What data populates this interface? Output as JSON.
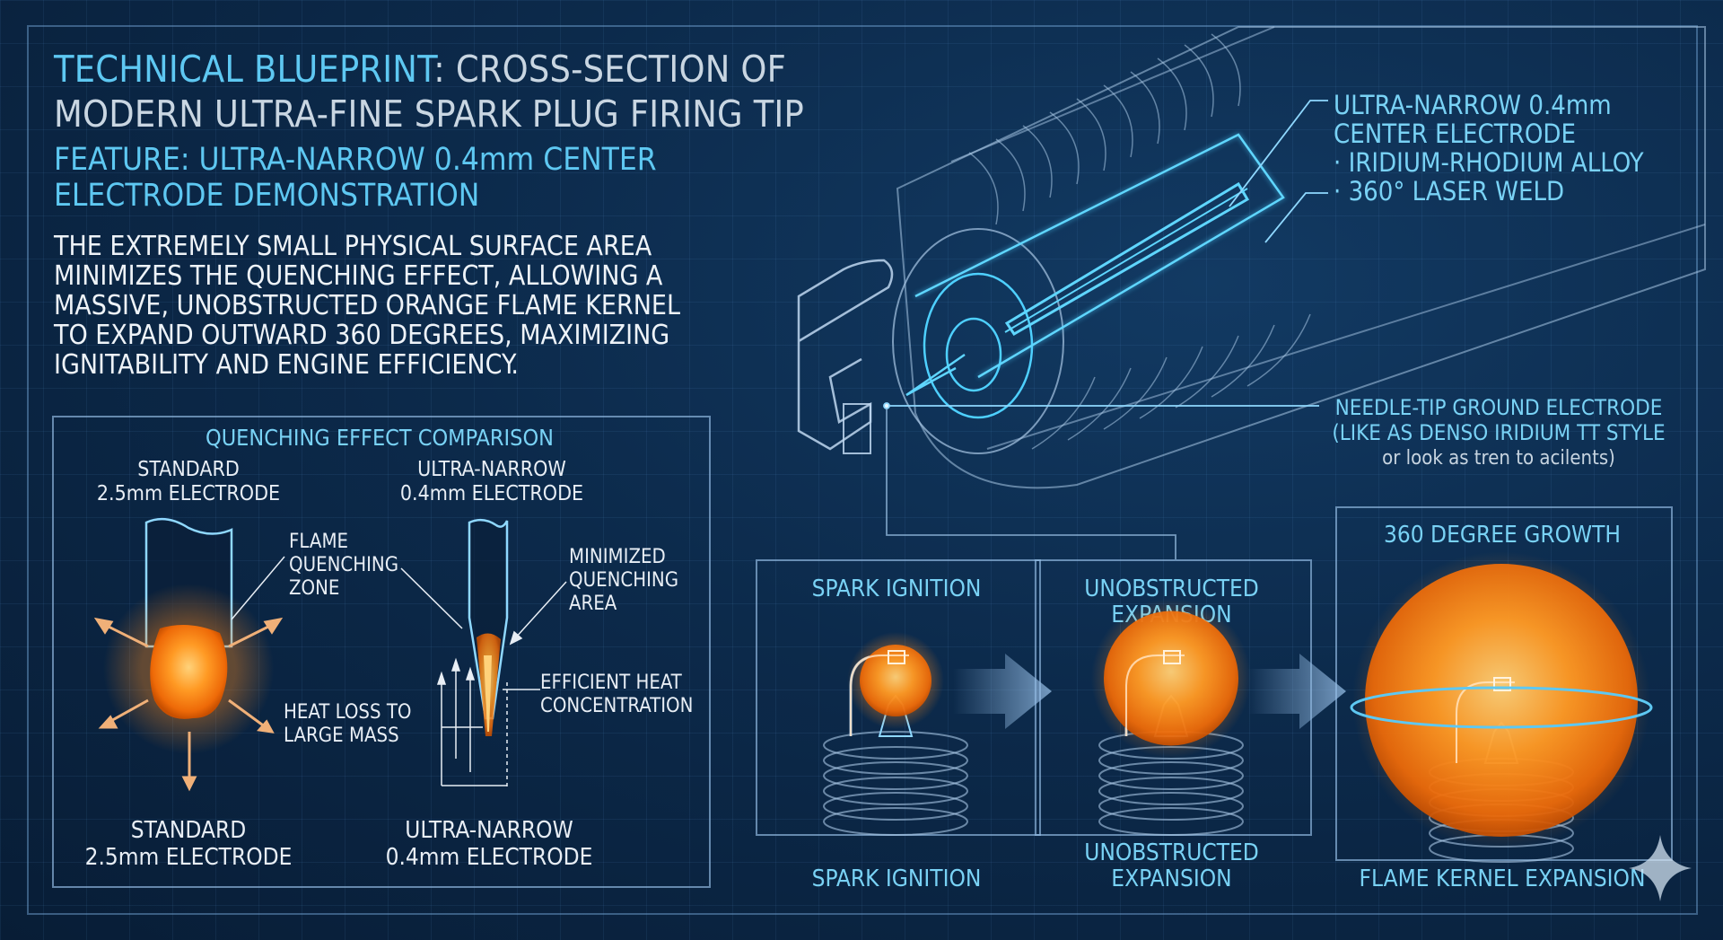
{
  "title": {
    "part1": "TECHNICAL BLUEPRINT",
    "part2": ": CROSS-SECTION OF\nMODERN ULTRA-FINE SPARK PLUG FIRING TIP"
  },
  "feature": "FEATURE: ULTRA-NARROW 0.4mm CENTER\nELECTRODE DEMONSTRATION",
  "description": "THE EXTREMELY SMALL PHYSICAL SURFACE AREA\nMINIMIZES THE QUENCHING EFFECT, ALLOWING A\nMASSIVE, UNOBSTRUCTED ORANGE FLAME KERNEL\nTO EXPAND OUTWARD 360 DEGREES, MAXIMIZING\nIGNITABILITY AND ENGINE EFFICIENCY.",
  "comparison": {
    "title": "QUENCHING EFFECT COMPARISON",
    "standard_top": "STANDARD\n2.5mm ELECTRODE",
    "narrow_top": "ULTRA-NARROW\n0.4mm ELECTRODE",
    "flame_quenching": "FLAME\nQUENCHING\nZONE",
    "heat_loss": "HEAT LOSS TO\nLARGE MASS",
    "minimized": "MINIMIZED\nQUENCHING\nAREA",
    "efficient": "EFFICIENT HEAT\nCONCENTRATION",
    "standard_bottom": "STANDARD\n2.5mm ELECTRODE",
    "narrow_bottom": "ULTRA-NARROW\n0.4mm ELECTRODE"
  },
  "callouts": {
    "center_electrode": "ULTRA-NARROW 0.4mm\nCENTER ELECTRODE\n· IRIDIUM-RHODIUM ALLOY\n· 360° LASER WELD",
    "ground_electrode": "NEEDLE-TIP GROUND ELECTRODE\n(LIKE AS DENSO IRIDIUM TT STYLE",
    "ground_sub": "or look as tren to acilents)"
  },
  "stages": [
    {
      "top": "SPARK IGNITION",
      "bottom": "SPARK IGNITION",
      "kernel_scale": 0.2
    },
    {
      "top": "UNOBSTRUCTED\nEXPANSION",
      "bottom": "UNOBSTRUCTED\nEXPANSION",
      "kernel_scale": 0.45
    },
    {
      "top": "360 DEGREE GROWTH",
      "bottom": "FLAME KERNEL EXPANSION",
      "kernel_scale": 1.0
    }
  ],
  "colors": {
    "accent_cyan": "#5ec8f2",
    "flame_orange": "#ff8a1c",
    "background": "#0c2a4b"
  }
}
